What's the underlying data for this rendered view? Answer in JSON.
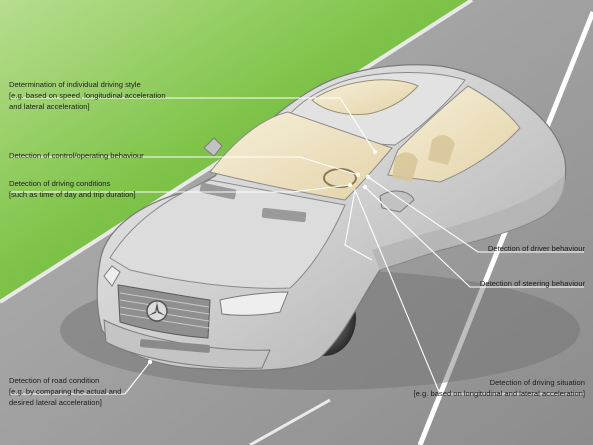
{
  "labels": {
    "driving_style": {
      "title": "Determination of individual driving style",
      "note_1": "[e.g. based on speed, longitudinal acceleration",
      "note_2": "and lateral acceleration]"
    },
    "control_behaviour": {
      "title": "Detection of control/operating behaviour"
    },
    "driving_conditions": {
      "title": "Detection of driving conditions",
      "note_1": "[such as time of day and trip duration]"
    },
    "driver_behaviour": {
      "title": "Detection of driver behaviour"
    },
    "steering_behaviour": {
      "title": "Detection of steering behaviour"
    },
    "road_condition": {
      "title": "Detection of road condition",
      "note_1": "[e.g. by comparing the actual and",
      "note_2": "desired lateral acceleration]"
    },
    "driving_situation": {
      "title": "Detection of driving situation",
      "note_1": "[e.g. based on longitudinal and lateral acceleration]"
    }
  },
  "colors": {
    "grass": "#6cb73a",
    "road": "#9a9a9a",
    "car_body": "#cfcfcf",
    "glass": "#efe4c6",
    "leader_line": "#ffffff"
  }
}
